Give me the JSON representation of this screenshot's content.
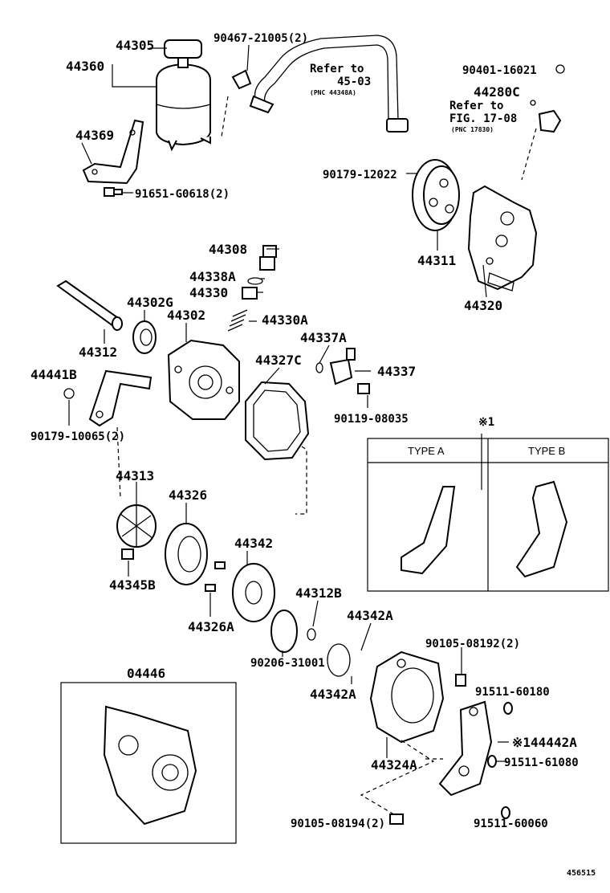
{
  "labels": {
    "p44305": "44305",
    "p44360": "44360",
    "p90467": "90467-21005(2)",
    "refer1_a": "Refer to",
    "refer1_b": "45-03",
    "refer1_c": "(PNC 44348A)",
    "p90401": "90401-16021",
    "p44280c": "44280C",
    "refer2_a": "Refer to",
    "refer2_b": "FIG. 17-08",
    "refer2_c": "(PNC 17830)",
    "p44369": "44369",
    "p91651": "91651-G0618(2)",
    "p90179_12": "90179-12022",
    "p44311": "44311",
    "p44320": "44320",
    "p44308": "44308",
    "p44338a": "44338A",
    "p44330": "44330",
    "p44302g": "44302G",
    "p44302": "44302",
    "p44330a": "44330A",
    "p44337a": "44337A",
    "p44312": "44312",
    "p44327c": "44327C",
    "p44337": "44337",
    "p44441b": "44441B",
    "p90119": "90119-08035",
    "p90179_10": "90179-10065(2)",
    "note1": "※1",
    "typeA": "TYPE A",
    "typeB": "TYPE B",
    "p44313": "44313",
    "p44326": "44326",
    "p44342": "44342",
    "p44345b": "44345B",
    "p44312b": "44312B",
    "p44342a_1": "44342A",
    "p44326a": "44326A",
    "p90206": "90206-31001",
    "p90105_1": "90105-08192(2)",
    "p04446": "04446",
    "p44342a_2": "44342A",
    "p91511_180": "91511-60180",
    "p44442a": "※144442A",
    "p44324a": "44324A",
    "p91511_080": "91511-61080",
    "p90105_2": "90105-08194(2)",
    "p91511_060": "91511-60060",
    "fig_no": "456515"
  }
}
